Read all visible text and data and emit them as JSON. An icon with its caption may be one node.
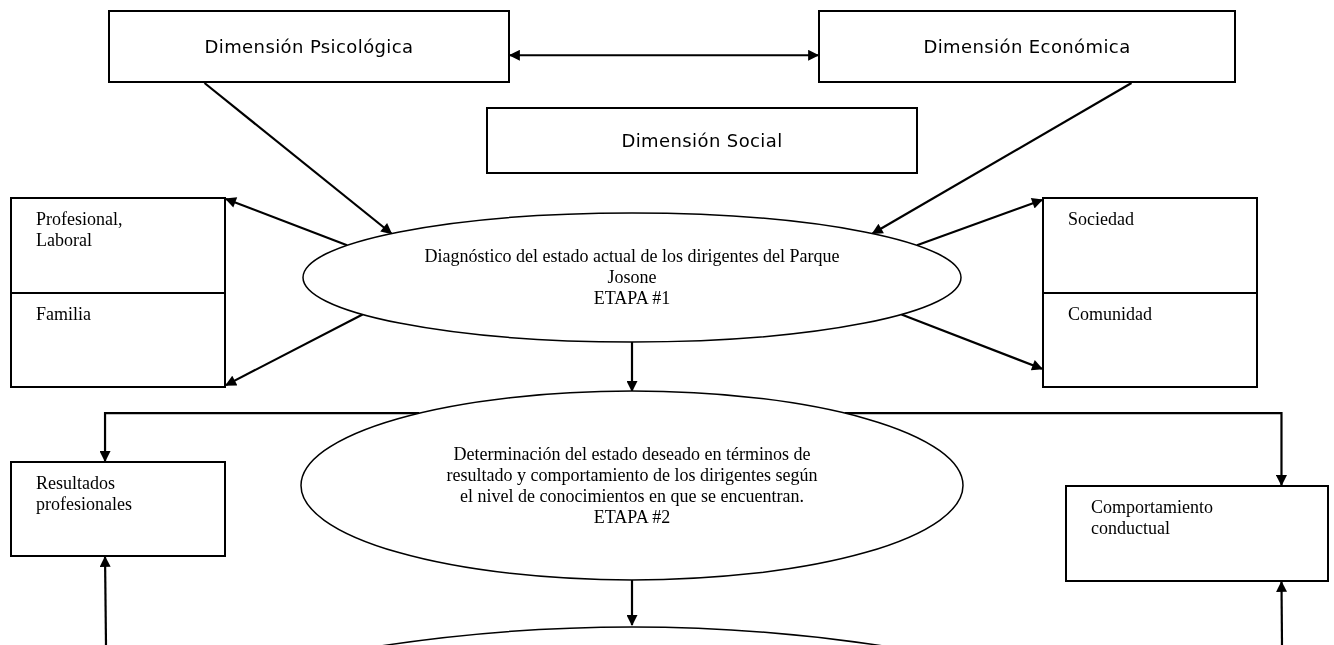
{
  "diagram": {
    "nodes": [
      {
        "text": [
          "Dimensión Psicológica"
        ]
      },
      {
        "text": [
          "Dimensión Económica"
        ]
      },
      {
        "text": [
          "Dimensión Social"
        ]
      },
      {
        "text": [
          "Diagnóstico del estado actual de los dirigentes del Parque Josone",
          "ETAPA #1"
        ]
      },
      {
        "text": [
          "Profesional, Laboral"
        ]
      },
      {
        "text": [
          "Familia"
        ]
      },
      {
        "text": [
          "Sociedad"
        ]
      },
      {
        "text": [
          "Comunidad"
        ]
      },
      {
        "text": [
          "Determinación del estado deseado en términos de resultado y comportamiento de los dirigentes según el nivel de conocimientos en que se encuentran.",
          "ETAPA #2"
        ]
      },
      {
        "text": [
          "Resultados profesionales"
        ]
      },
      {
        "text": [
          "Comportamiento conductual"
        ]
      },
      {
        "text": [],
        "shape": "ellipse"
      }
    ],
    "edges": [
      {
        "from": 0,
        "to": 1,
        "arrow": "both"
      },
      {
        "from": 0,
        "to": 3,
        "arrow": "to"
      },
      {
        "from": 1,
        "to": 3,
        "arrow": "to"
      },
      {
        "from": 3,
        "to": 4,
        "arrow": "to"
      },
      {
        "from": 3,
        "to": 5,
        "arrow": "to"
      },
      {
        "from": 3,
        "to": 6,
        "arrow": "to"
      },
      {
        "from": 3,
        "to": 7,
        "arrow": "to"
      },
      {
        "from": 3,
        "to": 8,
        "arrow": "to"
      },
      {
        "from": 8,
        "to": 9,
        "arrow": "to"
      },
      {
        "from": 8,
        "to": 10,
        "arrow": "to"
      },
      {
        "from": 8,
        "to": 11,
        "arrow": "to"
      },
      {
        "from": null,
        "to": 9,
        "arrow": "to"
      },
      {
        "from": null,
        "to": 10,
        "arrow": "to"
      }
    ]
  }
}
